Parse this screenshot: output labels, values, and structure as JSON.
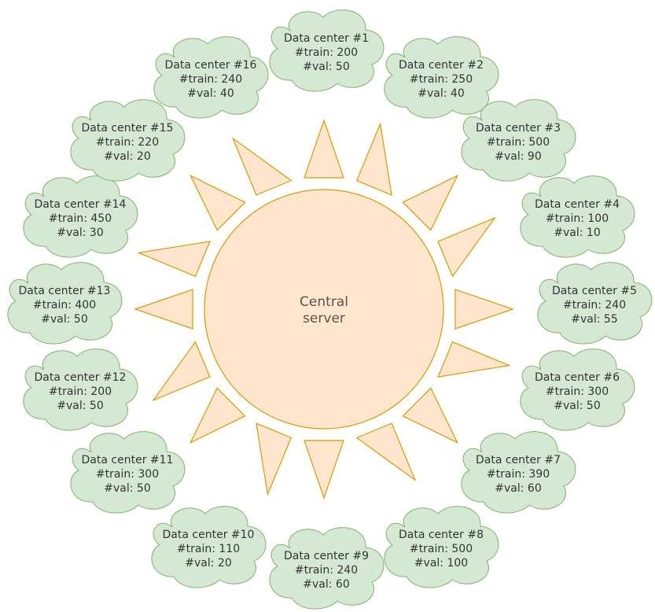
{
  "colors": {
    "cloud_fill": "#d5e8d4",
    "cloud_stroke": "#82b366",
    "sun_fill": "#ffe6cc",
    "sun_stroke": "#d79b00",
    "text": "#333333"
  },
  "center": {
    "line1": "Central",
    "line2": "server"
  },
  "data_centers": [
    {
      "name": "Data center #1",
      "train": "#train: 200",
      "val": "#val: 50"
    },
    {
      "name": "Data center #2",
      "train": "#train: 250",
      "val": "#val: 40"
    },
    {
      "name": "Data center #3",
      "train": "#train: 500",
      "val": "#val: 90"
    },
    {
      "name": "Data center #4",
      "train": "#train: 100",
      "val": "#val: 10"
    },
    {
      "name": "Data center #5",
      "train": "#train: 240",
      "val": "#val: 55"
    },
    {
      "name": "Data center #6",
      "train": "#train: 300",
      "val": "#val: 50"
    },
    {
      "name": "Data center #7",
      "train": "#train: 390",
      "val": "#val: 60"
    },
    {
      "name": "Data center #8",
      "train": "#train: 500",
      "val": "#val: 100"
    },
    {
      "name": "Data center #9",
      "train": "#train: 240",
      "val": "#val: 60"
    },
    {
      "name": "Data center #10",
      "train": "#train: 110",
      "val": "#val: 20"
    },
    {
      "name": "Data center #11",
      "train": "#train: 300",
      "val": "#val: 50"
    },
    {
      "name": "Data center #12",
      "train": "#train: 200",
      "val": "#val: 50"
    },
    {
      "name": "Data center #13",
      "train": "#train: 400",
      "val": "#val: 50"
    },
    {
      "name": "Data center #14",
      "train": "#train: 450",
      "val": "#val: 30"
    },
    {
      "name": "Data center #15",
      "train": "#train: 220",
      "val": "#val: 20"
    },
    {
      "name": "Data center #16",
      "train": "#train: 240",
      "val": "#val: 40"
    }
  ]
}
